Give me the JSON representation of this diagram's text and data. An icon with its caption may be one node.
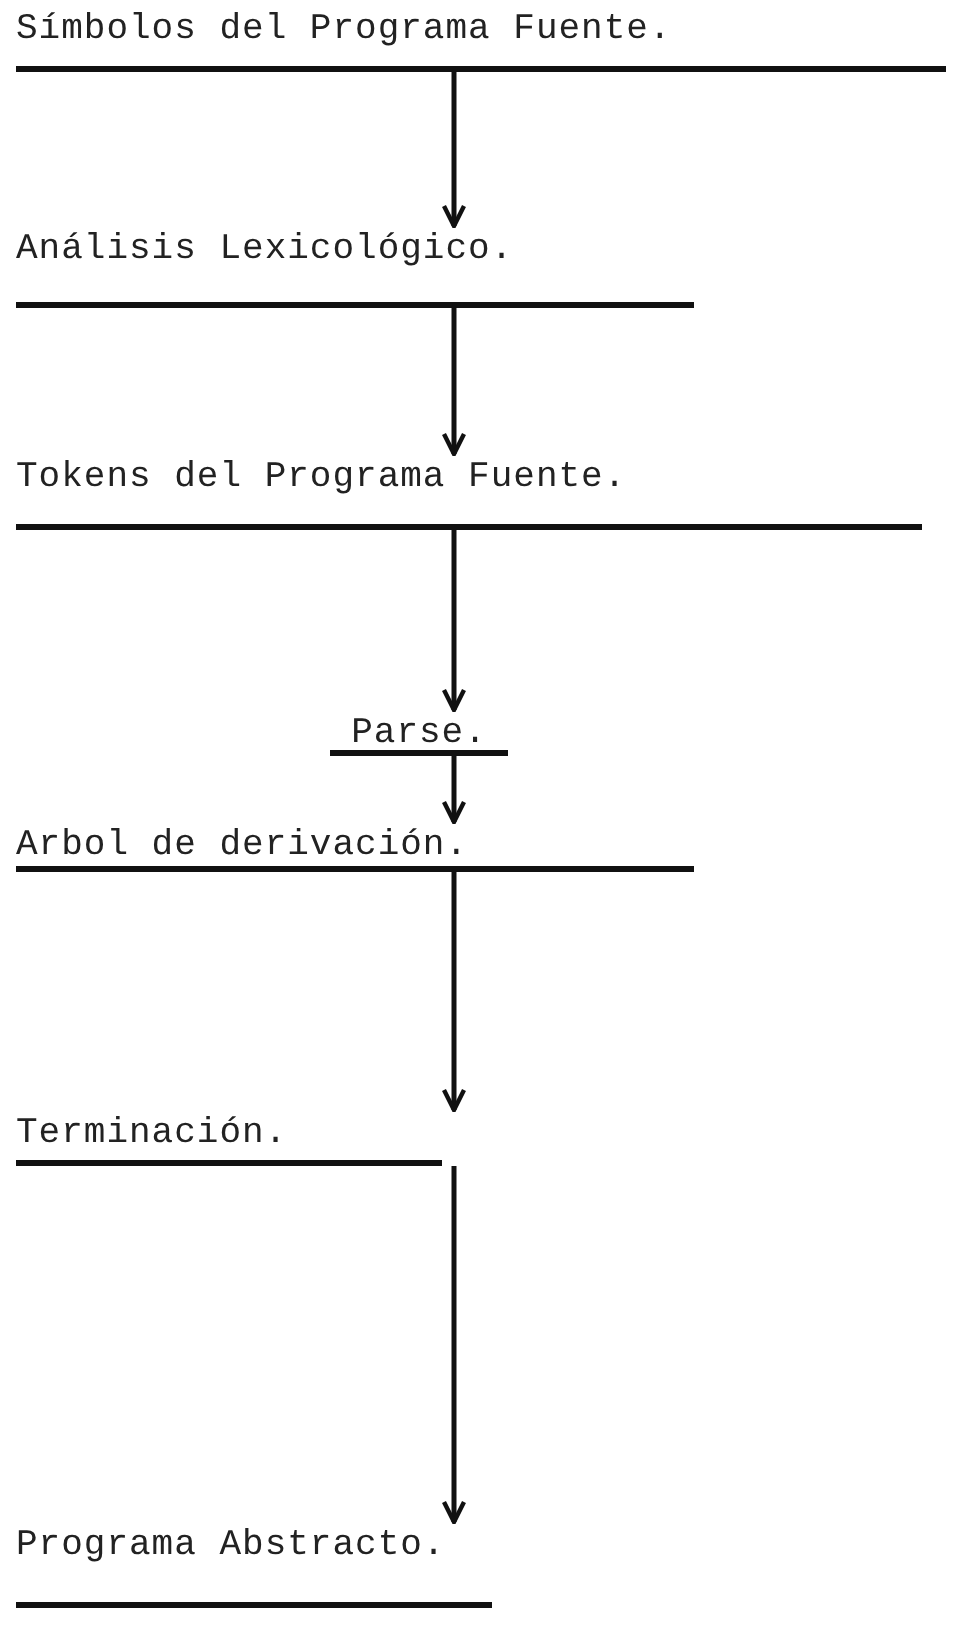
{
  "diagram": {
    "nodes": [
      {
        "text": [
          "Símbolos del Programa Fuente."
        ]
      },
      {
        "text": [
          "Análisis Lexicológico."
        ]
      },
      {
        "text": [
          "Tokens del Programa Fuente."
        ]
      },
      {
        "text": [
          "Parse."
        ]
      },
      {
        "text": [
          "Arbol de derivación."
        ]
      },
      {
        "text": [
          "Terminación."
        ]
      },
      {
        "text": [
          "Programa Abstracto."
        ]
      }
    ],
    "edges": [
      {
        "from": 0,
        "to": 1,
        "arrow": "to"
      },
      {
        "from": 1,
        "to": 2,
        "arrow": "to"
      },
      {
        "from": 2,
        "to": 3,
        "arrow": "to"
      },
      {
        "from": 3,
        "to": 4,
        "arrow": "to"
      },
      {
        "from": 4,
        "to": 5,
        "arrow": "to"
      },
      {
        "from": 5,
        "to": 6,
        "arrow": "to"
      }
    ]
  }
}
